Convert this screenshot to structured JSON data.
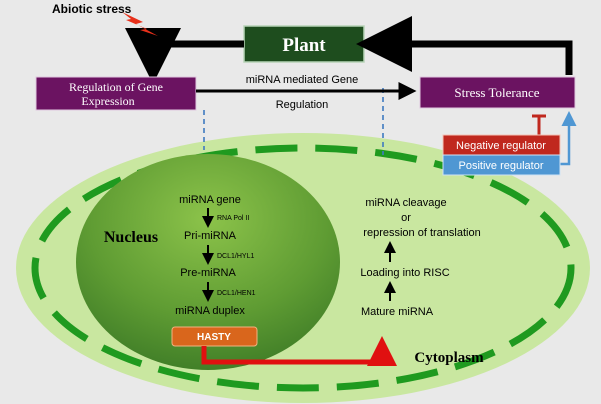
{
  "header": {
    "abiotic_stress": "Abiotic stress"
  },
  "plant": {
    "label": "Plant"
  },
  "gene_regulation": {
    "label_line1": "Regulation of Gene",
    "label_line2": "Expression"
  },
  "stress_tolerance": {
    "label": "Stress Tolerance"
  },
  "mediated": {
    "line1": "miRNA mediated Gene",
    "line2": "Regulation"
  },
  "regulators": {
    "negative": "Negative regulator",
    "positive": "Positive regulator"
  },
  "nucleus": {
    "title": "Nucleus",
    "steps": [
      "miRNA gene",
      "Pri-miRNA",
      "Pre-miRNA",
      "miRNA duplex"
    ],
    "enzymes": [
      "RNA Pol II",
      "DCL1/HYL1",
      "DCL1/HEN1"
    ],
    "hasty": "HASTY"
  },
  "cytoplasm": {
    "title": "Cytoplasm",
    "steps": [
      "Mature miRNA",
      "Loading into RISC"
    ],
    "cleavage_line1": "miRNA cleavage",
    "cleavage_line2": "or",
    "cleavage_line3": "repression of translation"
  },
  "colors": {
    "plant_box": "#1e4d1e",
    "purple_box": "#6b1361",
    "negative_box": "#c0281e",
    "positive_box": "#4f97d3",
    "cell_fill": "#c9e7a0",
    "nucleus_fill": "#6aa83a",
    "hasty_box": "#d9661c",
    "dashed_line": "#3e7bc0"
  }
}
